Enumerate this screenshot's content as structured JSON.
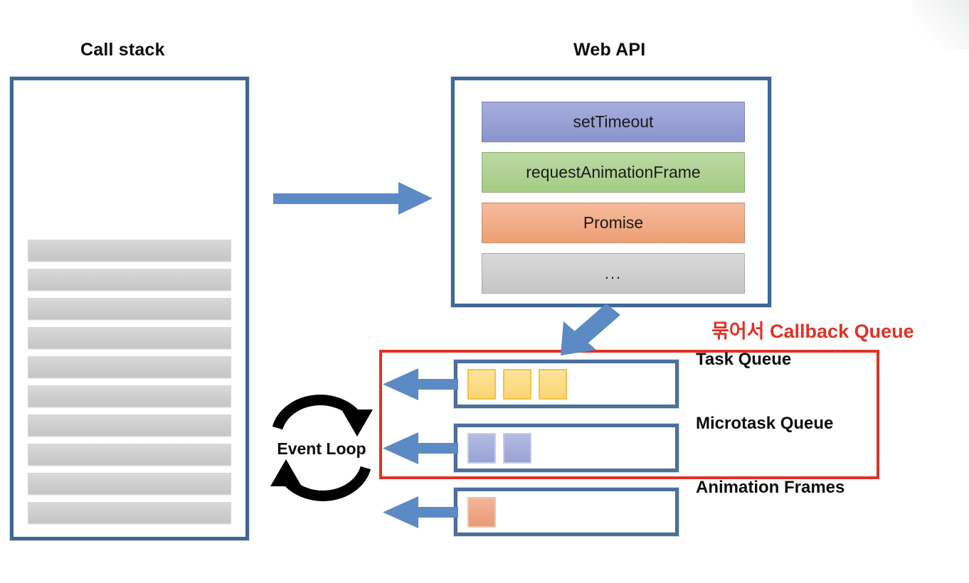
{
  "diagram": {
    "title_callstack": "Call stack",
    "title_webapi": "Web API",
    "event_loop_label": "Event Loop",
    "callback_group_label": "묶어서 Callback Queue"
  },
  "call_stack": {
    "frame_count": 10,
    "frames": [
      "",
      "",
      "",
      "",
      "",
      "",
      "",
      "",
      "",
      ""
    ]
  },
  "web_api": {
    "rows": [
      {
        "label": "setTimeout",
        "color": "#8a93cd",
        "style": "blue"
      },
      {
        "label": "requestAnimationFrame",
        "color": "#a4cd85",
        "style": "green"
      },
      {
        "label": "Promise",
        "color": "#ed9f74",
        "style": "orange"
      },
      {
        "label": "...",
        "color": "#c6c6c6",
        "style": "gray"
      }
    ]
  },
  "queues": [
    {
      "name": "Task Queue",
      "token_count": 3,
      "token_color": "#fcd476",
      "token_style": "yellow"
    },
    {
      "name": "Microtask Queue",
      "token_count": 2,
      "token_color": "#99a2d6",
      "token_style": "periwinkle"
    },
    {
      "name": "Animation Frames",
      "token_count": 1,
      "token_color": "#e99b74",
      "token_style": "salmon"
    }
  ],
  "colors": {
    "frame_blue": "#3f6796",
    "queue_blue": "#4a6f9c",
    "arrow_blue": "#5b8ac4",
    "group_red": "#e03127",
    "stack_bar_gray": "#cfcfcf",
    "text_black": "#0d0d0d"
  },
  "arrows": {
    "stack_to_webapi": "right",
    "webapi_to_queues": "down-left",
    "queue_to_eventloop": "left"
  }
}
